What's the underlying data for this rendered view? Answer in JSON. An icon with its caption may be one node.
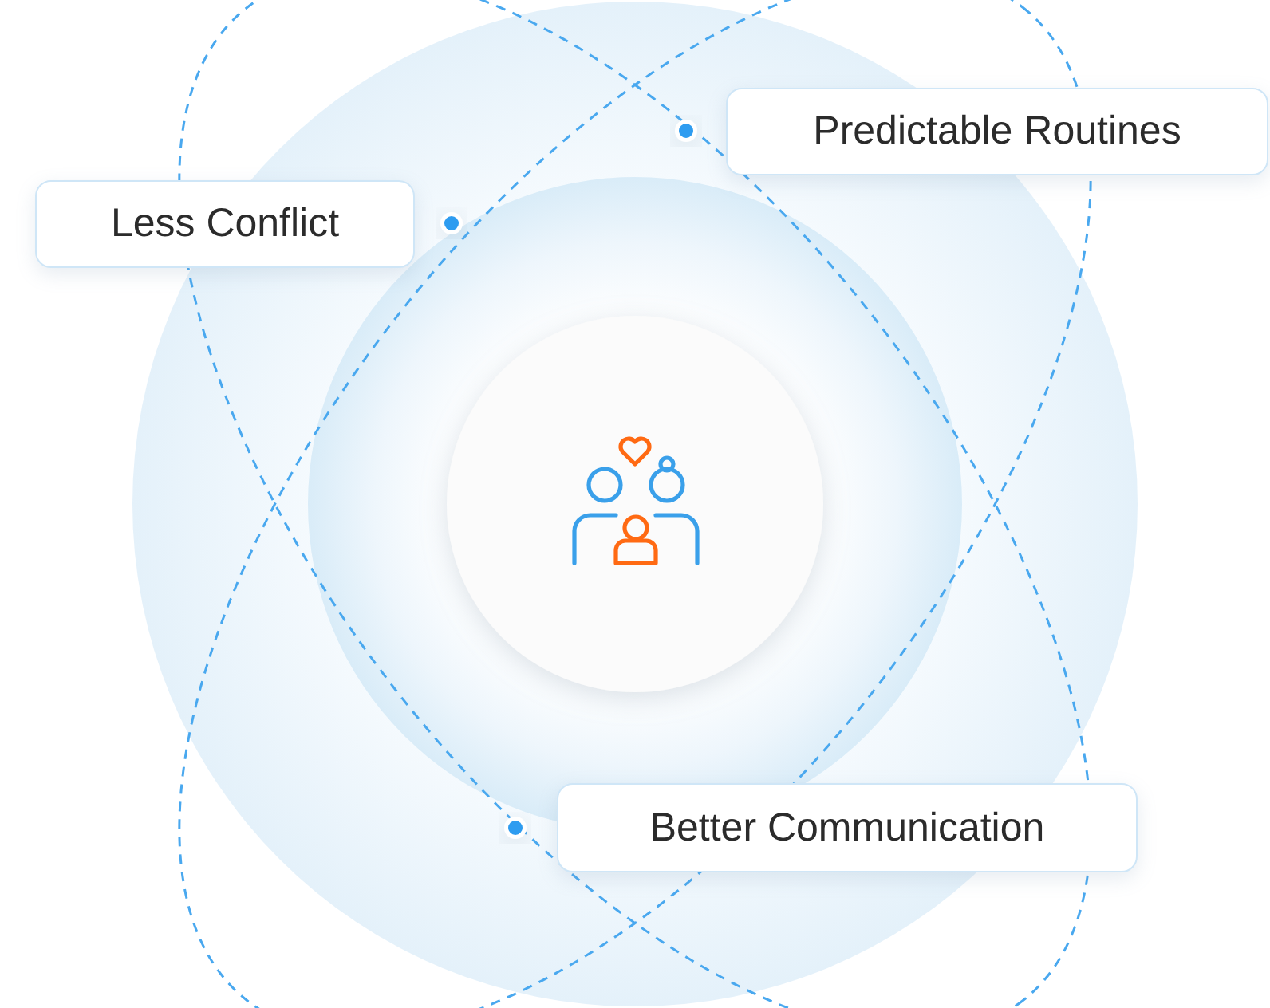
{
  "diagram": {
    "nodes": [
      {
        "text": [
          "Predictable Routines"
        ]
      },
      {
        "text": [
          "Less Conflict"
        ]
      },
      {
        "text": [
          "Better Communication"
        ]
      }
    ]
  }
}
